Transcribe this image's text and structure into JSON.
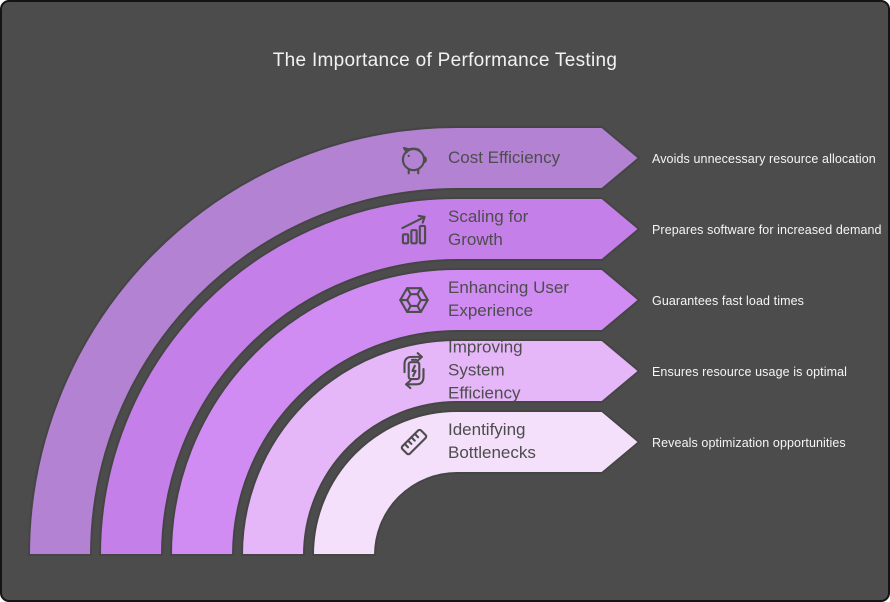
{
  "infographic": {
    "title": "The Importance of Performance Testing",
    "background_color": "#4c4c4c",
    "band_outline_color": "#454545",
    "band_text_color": "#4d4d4d",
    "light_text_color": "#f5f5f5"
  },
  "bands": [
    {
      "title": "Cost Efficiency",
      "description": "Avoids unnecessary resource allocation",
      "icon": "piggy-bank-icon",
      "color": "#b382d2"
    },
    {
      "title": "Scaling for\nGrowth",
      "description": "Prepares software for increased demand",
      "icon": "growth-chart-icon",
      "color": "#c57fe8"
    },
    {
      "title": "Enhancing User\nExperience",
      "description": "Guarantees fast load times",
      "icon": "hexagon-segments-icon",
      "color": "#d08cf3"
    },
    {
      "title": "Improving\nSystem\nEfficiency",
      "description": "Ensures resource usage is optimal",
      "icon": "battery-recycle-icon",
      "color": "#e6b7f8"
    },
    {
      "title": "Identifying\nBottlenecks",
      "description": "Reveals optimization opportunities",
      "icon": "ruler-icon",
      "color": "#f4e0fb"
    }
  ]
}
